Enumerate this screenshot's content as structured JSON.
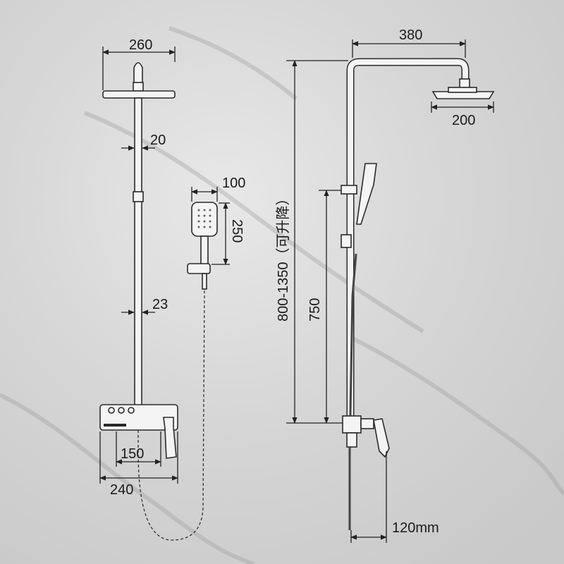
{
  "dimensions": {
    "head_width_left": "260",
    "pipe_upper": "20",
    "handheld_width": "100",
    "handheld_length": "250",
    "pipe_lower": "23",
    "valve_inner": "150",
    "valve_outer": "240",
    "arm_reach": "380",
    "head_width_right": "200",
    "height_range": "800-1350（可升降）",
    "slide_length": "750",
    "outlet_spacing": "120mm"
  },
  "colors": {
    "background": "#d9d9d9",
    "line": "#222222",
    "part_fill": "#f4f4f4"
  }
}
